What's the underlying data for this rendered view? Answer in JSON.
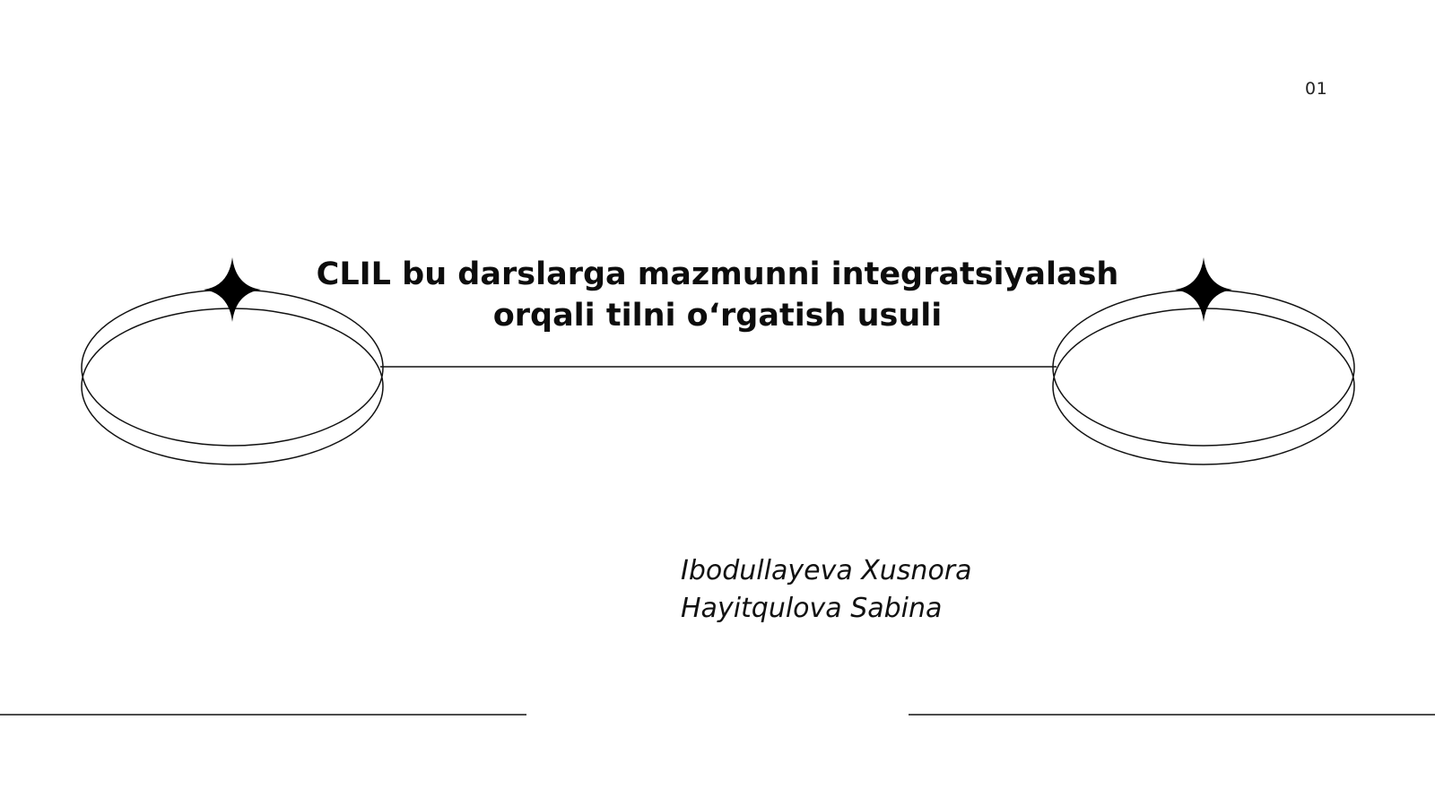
{
  "slide": {
    "page_number": "01",
    "title_lines": [
      "CLIL bu darslarga mazmunni integratsiyalash",
      "orqali tilni o‘rgatish usuli"
    ],
    "authors": [
      "Ibodullayeva Xusnora",
      "Hayitqulova Sabina"
    ]
  },
  "icons": {
    "left_star": "four-point-star-icon",
    "right_star": "four-point-star-icon"
  },
  "colors": {
    "background": "#ffffff",
    "ink": "#111111"
  }
}
